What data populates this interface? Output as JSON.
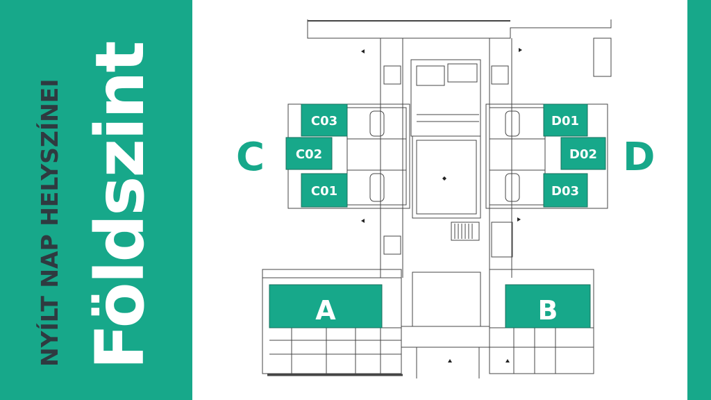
{
  "header": {
    "subtitle": "NYÍLT NAP HELYSZÍNEI",
    "title": "Földszint"
  },
  "wings": {
    "left_letter": "C",
    "right_letter": "D"
  },
  "rooms": {
    "c03": "C03",
    "c02": "C02",
    "c01": "C01",
    "d01": "D01",
    "d02": "D02",
    "d03": "D03",
    "a": "A",
    "b": "B"
  },
  "colors": {
    "accent": "#17a88a",
    "dark_text": "#2f3a40",
    "plan_line": "#444444"
  }
}
